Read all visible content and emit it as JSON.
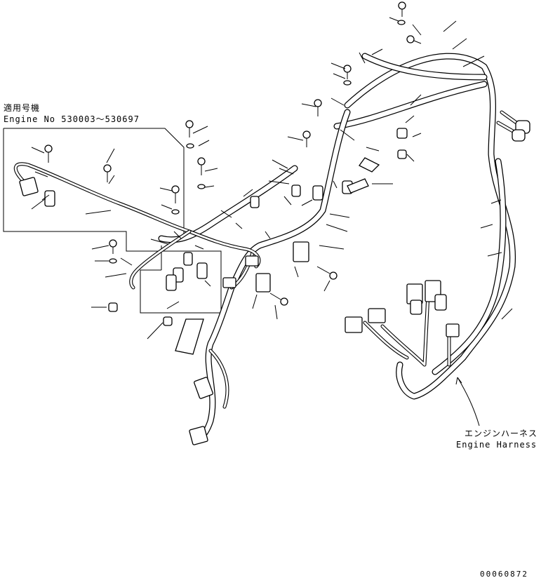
{
  "inset": {
    "title_jp": "適用号機",
    "engine_no": "Engine No 530003～530697"
  },
  "callout": {
    "name_jp": "エンジンハーネス",
    "name_en": "Engine Harness"
  },
  "drawing_no": "00060872"
}
